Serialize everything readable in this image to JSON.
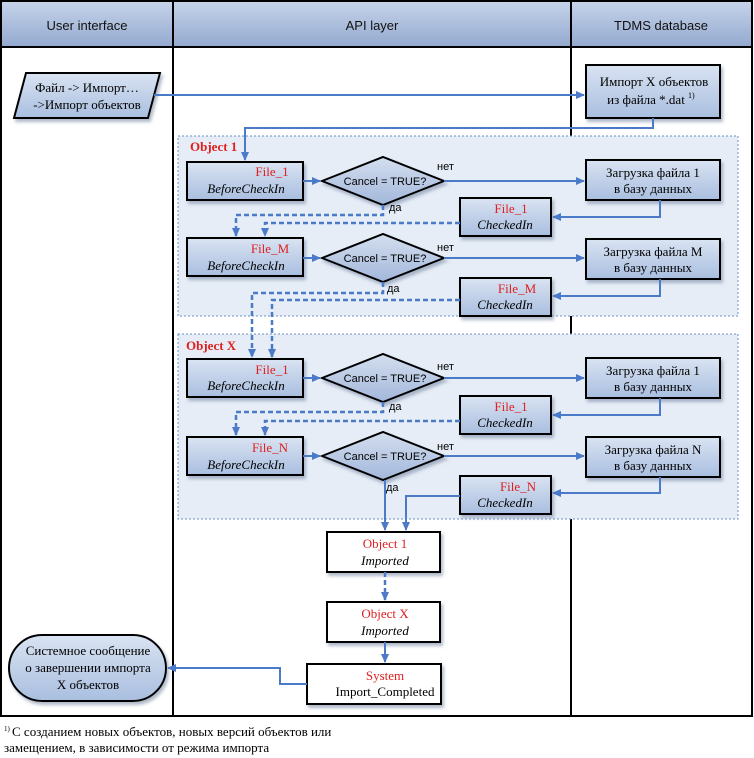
{
  "lanes": {
    "ui": "User interface",
    "api": "API layer",
    "db": "TDMS database"
  },
  "start": {
    "line1": "Файл -> Импорт…",
    "line2": "->Импорт объектов"
  },
  "import_box": {
    "line1": "Импорт X объектов",
    "line2": "из файла *.dat",
    "sup": "1)"
  },
  "groups": {
    "object1": "Object 1",
    "objectx": "Object X"
  },
  "files": {
    "file1": "File_1",
    "fileM": "File_M",
    "fileN": "File_N",
    "before": "BeforeCheckIn",
    "checked": "CheckedIn"
  },
  "decision": {
    "cond": "Cancel = TRUE?",
    "no": "нет",
    "yes": "да"
  },
  "db_load": {
    "load1": "Загрузка файла 1",
    "loadM": "Загрузка файла M",
    "loadN": "Загрузка файла N",
    "into": "в базу данных"
  },
  "imported": {
    "obj1": "Object 1",
    "objx": "Object X",
    "label": "Imported"
  },
  "system": {
    "title": "System",
    "event": "Import_Completed"
  },
  "message": {
    "line1": "Системное сообщение",
    "line2": "о завершении импорта",
    "line3": "X объектов"
  },
  "footnote": {
    "sup": "1)",
    "line1": " С созданием новых объектов, новых версий объектов или",
    "line2": "замещением, в зависимости от режима импорта"
  },
  "colors": {
    "lane_header": "#a9bbd9",
    "box_fill": "#c8d6ea",
    "arrow": "#4a7ac8",
    "group_fill": "#e6edf7",
    "accent_red": "#e02020"
  }
}
